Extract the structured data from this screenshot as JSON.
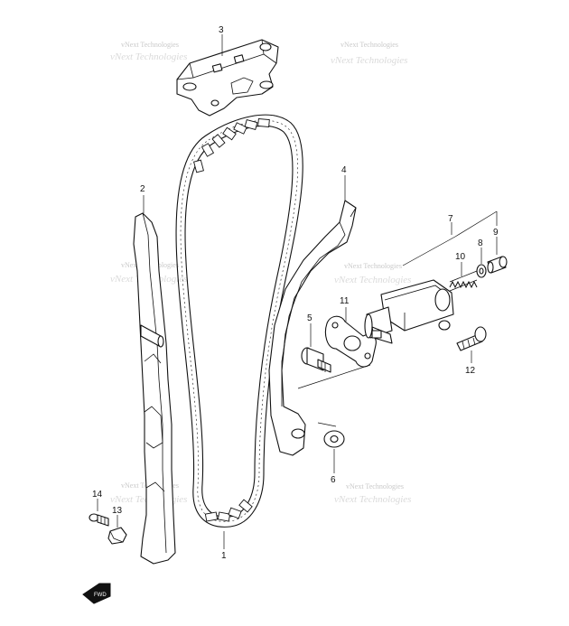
{
  "watermark": {
    "line1": "vNext Technologies",
    "line2": "vNext Technologies"
  },
  "callouts": {
    "p1": "1",
    "p2": "2",
    "p3": "3",
    "p4": "4",
    "p5": "5",
    "p6": "6",
    "p7": "7",
    "p8": "8",
    "p9": "9",
    "p10": "10",
    "p11": "11",
    "p12": "12",
    "p13": "13",
    "p14": "14"
  },
  "fwd_badge": "FWD"
}
